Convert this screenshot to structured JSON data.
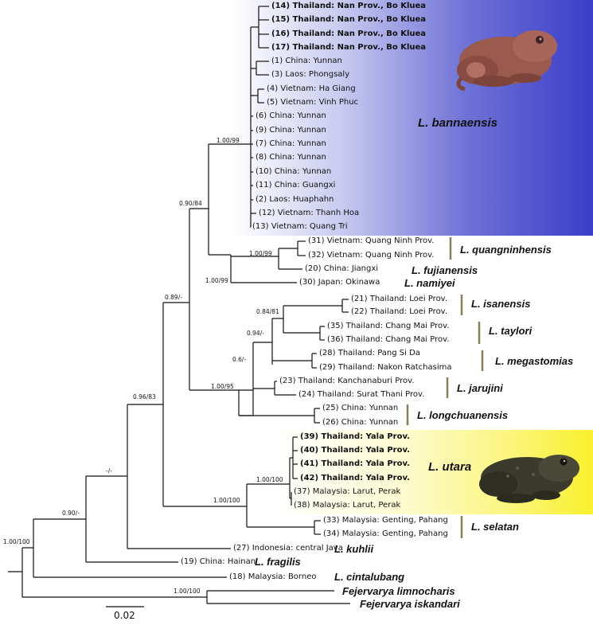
{
  "leaves": [
    {
      "id": "14",
      "text": "(14) Thailand: Nan Prov., Bo Kluea",
      "bold": true
    },
    {
      "id": "15",
      "text": "(15) Thailand: Nan Prov., Bo Kluea",
      "bold": true
    },
    {
      "id": "16",
      "text": "(16) Thailand: Nan Prov., Bo Kluea",
      "bold": true
    },
    {
      "id": "17",
      "text": "(17) Thailand: Nan Prov., Bo Kluea",
      "bold": true
    },
    {
      "id": "1",
      "text": "(1) China: Yunnan",
      "bold": false
    },
    {
      "id": "3",
      "text": "(3) Laos: Phongsaly",
      "bold": false
    },
    {
      "id": "4",
      "text": "(4) Vietnam: Ha Giang",
      "bold": false
    },
    {
      "id": "5",
      "text": "(5) Vietnam: Vinh Phuc",
      "bold": false
    },
    {
      "id": "6",
      "text": "(6) China: Yunnan",
      "bold": false
    },
    {
      "id": "9",
      "text": "(9) China: Yunnan",
      "bold": false
    },
    {
      "id": "7",
      "text": "(7) China: Yunnan",
      "bold": false
    },
    {
      "id": "8",
      "text": "(8) China: Yunnan",
      "bold": false
    },
    {
      "id": "10",
      "text": "(10) China: Yunnan",
      "bold": false
    },
    {
      "id": "11",
      "text": "(11) China: Guangxi",
      "bold": false
    },
    {
      "id": "2",
      "text": "(2) Laos: Huaphahn",
      "bold": false
    },
    {
      "id": "12",
      "text": "(12) Vietnam: Thanh Hoa",
      "bold": false
    },
    {
      "id": "13",
      "text": "(13) Vietnam: Quang Tri",
      "bold": false
    },
    {
      "id": "31",
      "text": "(31) Vietnam: Quang Ninh Prov.",
      "bold": false
    },
    {
      "id": "32",
      "text": "(32) Vietnam: Quang Ninh Prov.",
      "bold": false
    },
    {
      "id": "20",
      "text": "(20) China: Jiangxi",
      "bold": false
    },
    {
      "id": "30",
      "text": "(30) Japan: Okinawa",
      "bold": false
    },
    {
      "id": "21",
      "text": "(21) Thailand: Loei Prov.",
      "bold": false
    },
    {
      "id": "22",
      "text": "(22) Thailand: Loei Prov.",
      "bold": false
    },
    {
      "id": "35",
      "text": "(35) Thailand: Chang Mai Prov.",
      "bold": false
    },
    {
      "id": "36",
      "text": "(36) Thailand: Chang Mai Prov.",
      "bold": false
    },
    {
      "id": "28",
      "text": "(28) Thailand: Pang Si Da",
      "bold": false
    },
    {
      "id": "29",
      "text": "(29) Thailand: Nakon Ratchasima",
      "bold": false
    },
    {
      "id": "23",
      "text": "(23) Thailand: Kanchanaburi Prov.",
      "bold": false
    },
    {
      "id": "24",
      "text": "(24) Thailand: Surat Thani Prov.",
      "bold": false
    },
    {
      "id": "25",
      "text": "(25) China: Yunnan",
      "bold": false
    },
    {
      "id": "26",
      "text": "(26) China: Yunnan",
      "bold": false
    },
    {
      "id": "39",
      "text": "(39) Thailand: Yala Prov.",
      "bold": true
    },
    {
      "id": "40",
      "text": "(40) Thailand: Yala Prov.",
      "bold": true
    },
    {
      "id": "41",
      "text": "(41) Thailand: Yala Prov.",
      "bold": true
    },
    {
      "id": "42",
      "text": "(42) Thailand: Yala Prov.",
      "bold": true
    },
    {
      "id": "37",
      "text": "(37) Malaysia: Larut, Perak",
      "bold": false
    },
    {
      "id": "38",
      "text": "(38) Malaysia: Larut, Perak",
      "bold": false
    },
    {
      "id": "33",
      "text": "(33) Malaysia: Genting, Pahang",
      "bold": false
    },
    {
      "id": "34",
      "text": "(34) Malaysia: Genting, Pahang",
      "bold": false
    },
    {
      "id": "27",
      "text": "(27) Indonesia: central Java",
      "bold": false
    },
    {
      "id": "19",
      "text": "(19) China: Hainan",
      "bold": false
    },
    {
      "id": "18",
      "text": "(18) Malaysia: Borneo",
      "bold": false
    }
  ],
  "species": {
    "bannaensis": "L. bannaensis",
    "quangninhensis": "L. quangninhensis",
    "fujianensis": "L. fujianensis",
    "namiyei": "L. namiyei",
    "isanensis": "L. isanensis",
    "taylori": "L. taylori",
    "megastomias": "L. megastomias",
    "jarujini": "L. jarujini",
    "longchuanensis": "L. longchuanensis",
    "utara": "L. utara",
    "selatan": "L. selatan",
    "kuhlii": "L. kuhlii",
    "fragilis": "L. fragilis",
    "cintalubang": "L. cintalubang",
    "limnocharis": "Fejervarya limnocharis",
    "iskandari": "Fejervarya iskandari"
  },
  "supports": {
    "root": "1.00/100",
    "n_fragilis": "0.90/-",
    "n_kuhlii": "-/-",
    "n_main": "0.96/83",
    "n_upper": "0.89/-",
    "n_bann_nam": "0.90/84",
    "n_bannaensis": "1.00/99",
    "n_quang_fuj": "1.00/99",
    "n_quang_fuj_nam": "1.00/99",
    "n_mid": "1.00/95",
    "n_mid_inner": "0.6/-",
    "n_isan_tay_meg": "0.94/-",
    "n_isan_tay": "0.84/81",
    "n_utara_selatan": "1.00/100",
    "n_utara": "1.00/100",
    "n_fejervarya": "1.00/100"
  },
  "scale_bar": {
    "label": "0.02"
  },
  "colors": {
    "bannaensis_band": "#3a3ec8",
    "utara_band": "#f8f02c",
    "species_bar": "#8a7e5a",
    "tree_line": "#111111"
  }
}
